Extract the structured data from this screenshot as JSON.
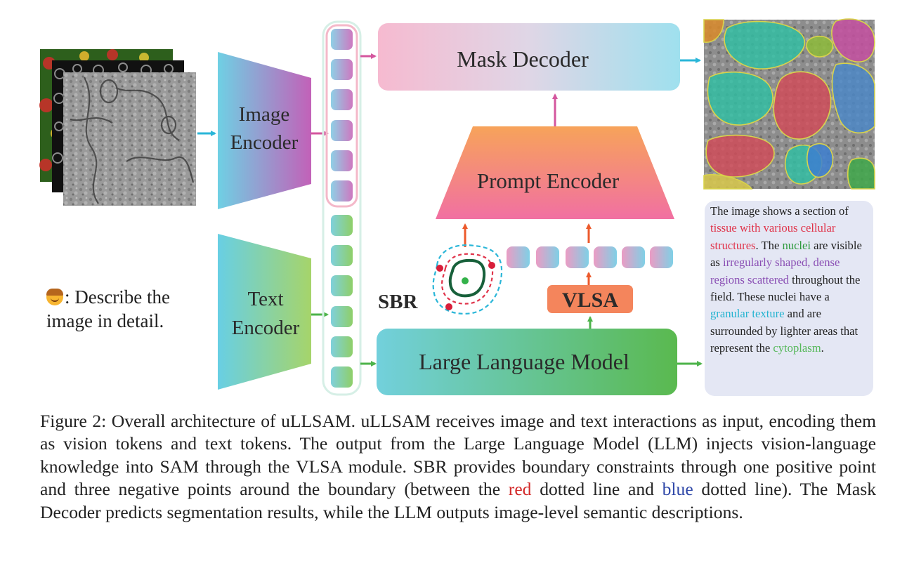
{
  "diagram": {
    "image_encoder": [
      "Image",
      "Encoder"
    ],
    "text_encoder": [
      "Text",
      "Encoder"
    ],
    "mask_decoder": "Mask Decoder",
    "prompt_encoder": "Prompt Encoder",
    "llm": "Large Language Model",
    "vlsa": "VLSA",
    "sbr": "SBR"
  },
  "user_prompt": {
    "icon": "user-face-emoji",
    "text": ": Describe the image in detail."
  },
  "description": {
    "t1": "The image shows a section of ",
    "h1": "tissue with various cellular structures",
    "t2": ". The ",
    "h2": "nuclei",
    "t3": " are visible as ",
    "h3": "irregularly shaped, dense regions scattered",
    "t4": " throughout the field. These nuclei have a ",
    "h4": "granular texture",
    "t5": " and are surrounded by lighter areas that represent the ",
    "h5": "cytoplasm",
    "t6": "."
  },
  "caption": {
    "p1": "Figure 2: Overall architecture of uLLSAM. uLLSAM receives image and text interactions as input, encoding them as vision tokens and text tokens. The output from the Large Language Model (LLM) injects vision-language knowledge into SAM through the VLSA module. SBR provides boundary constraints through one positive point and three negative points around the boundary (between the ",
    "red": "red",
    "p2": " dotted line and ",
    "blue": "blue",
    "p3": " dotted line). The Mask Decoder predicts segmentation results, while the LLM outputs image-level semantic descriptions."
  },
  "colors": {
    "pink": "#f5b7cb",
    "magenta": "#c267b8",
    "cyan": "#62cde0",
    "green": "#5cbc5c",
    "orange": "#f08a4a",
    "vlsa": "#f4855c"
  }
}
